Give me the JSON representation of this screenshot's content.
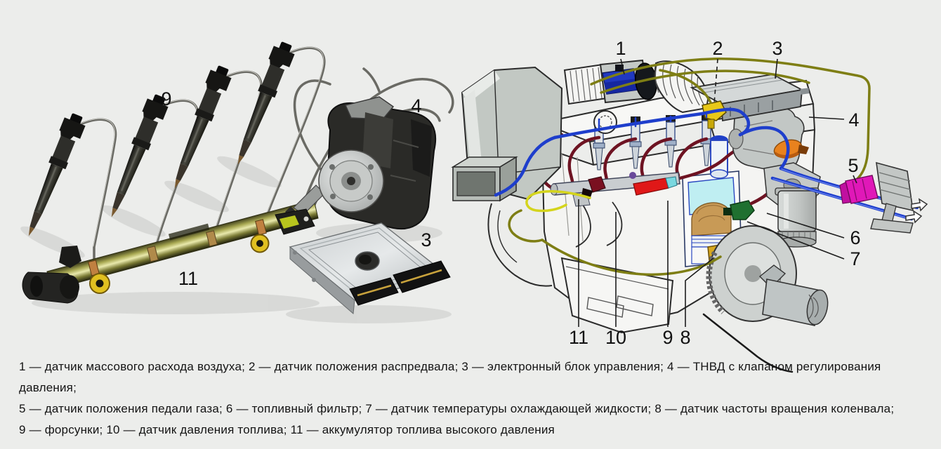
{
  "figure": {
    "type": "technical-diagram",
    "subject": "Common-rail diesel fuel system components and engine layout"
  },
  "palette": {
    "background": "#ecedeb",
    "line_art": "#2b2b2b",
    "harness_blue": "#1e3ecc",
    "fuel_line_maroon": "#6e1322",
    "wire_olive": "#7e7e14",
    "wire_yellow": "#d4d41c",
    "sensor_red": "#e01818",
    "sensor_magenta": "#e018b8",
    "sensor_green": "#1f7030",
    "sensor_amber": "#d8a820",
    "valve_orange": "#e8821e",
    "maf_blue": "#2038c0",
    "rail_brass": "#b8b868",
    "piston_tan": "#c89a56",
    "coolant_cyan": "#bfeef2"
  },
  "callouts": {
    "photo": {
      "injectors": "9",
      "rail": "11",
      "pump": "4",
      "ecu": "3"
    },
    "engine": {
      "c1": "1",
      "c2": "2",
      "c3": "3",
      "c4": "4",
      "c5": "5",
      "c6": "6",
      "c7": "7",
      "c8": "8",
      "c9": "9",
      "c10": "10",
      "c11": "11"
    }
  },
  "parts": [
    {
      "num": "1",
      "name": "датчик массового расхода воздуха"
    },
    {
      "num": "2",
      "name": "датчик положения распредвала"
    },
    {
      "num": "3",
      "name": "электронный блок управления"
    },
    {
      "num": "4",
      "name": "ТНВД с клапаном регулирования давления"
    },
    {
      "num": "5",
      "name": "датчик положения педали газа"
    },
    {
      "num": "6",
      "name": "топливный фильтр"
    },
    {
      "num": "7",
      "name": "датчик температуры охлаждающей жидкости"
    },
    {
      "num": "8",
      "name": "датчик частоты вращения коленвала"
    },
    {
      "num": "9",
      "name": "форсунки"
    },
    {
      "num": "10",
      "name": "датчик давления топлива"
    },
    {
      "num": "11",
      "name": "аккумулятор топлива высокого давления"
    }
  ],
  "caption": {
    "line1": "1 — датчик массового расхода воздуха; 2 — датчик положения распредвала; 3 — электронный блок управления; 4 — ТНВД с клапаном регулирования давления;",
    "line2": "5 — датчик положения педали газа; 6 — топливный фильтр; 7 — датчик температуры охлаждающей жидкости; 8 — датчик частоты вращения коленвала;",
    "line3": "9 — форсунки; 10 — датчик давления топлива; 11 — аккумулятор топлива высокого давления"
  }
}
